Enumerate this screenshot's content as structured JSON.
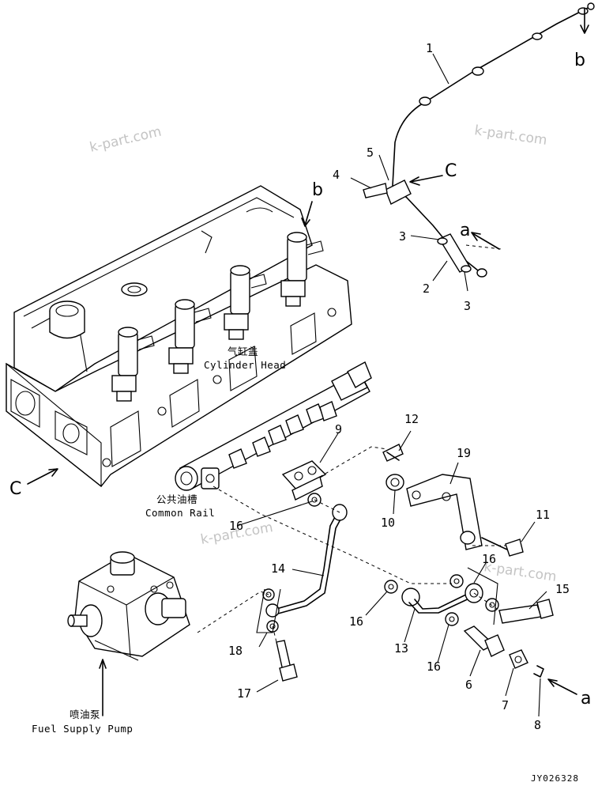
{
  "watermark": "k-part.com",
  "drawing_code": "JY026328",
  "captions": {
    "cylinder_head_cn": "气缸盖",
    "cylinder_head_en": "Cylinder Head",
    "common_rail_cn": "公共油槽",
    "common_rail_en": "Common Rail",
    "fuel_pump_cn": "喷油泵",
    "fuel_pump_en": "Fuel Supply Pump"
  },
  "view_letters": {
    "a": "a",
    "b": "b",
    "c": "C"
  },
  "callouts": {
    "n1": "1",
    "n2": "2",
    "n3": "3",
    "n4": "4",
    "n5": "5",
    "n6": "6",
    "n7": "7",
    "n8": "8",
    "n9": "9",
    "n10": "10",
    "n11": "11",
    "n12": "12",
    "n13": "13",
    "n14": "14",
    "n15": "15",
    "n16": "16",
    "n17": "17",
    "n18": "18",
    "n19": "19"
  }
}
